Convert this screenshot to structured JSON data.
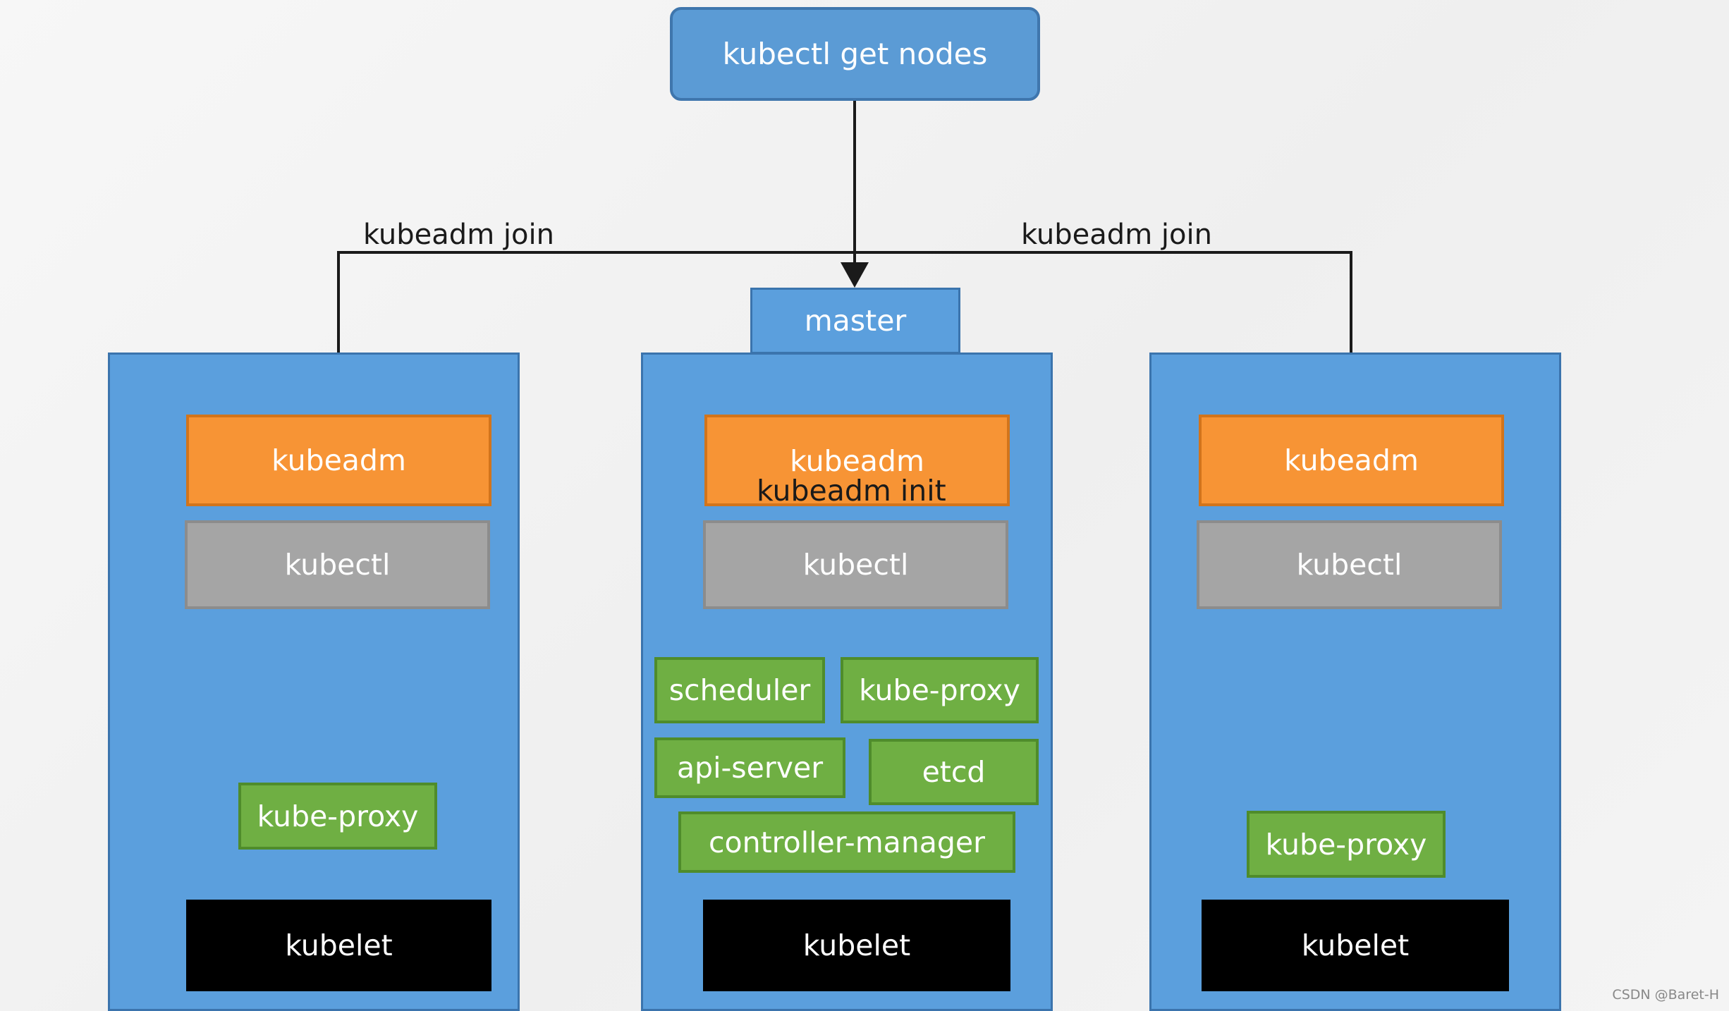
{
  "diagram": {
    "command": "kubectl get nodes",
    "join_label_left": "kubeadm join",
    "join_label_right": "kubeadm join",
    "master_tab": "master",
    "init_label": "kubeadm init",
    "left_node": {
      "kubeadm": "kubeadm",
      "kubectl": "kubectl",
      "kube_proxy": "kube-proxy",
      "kubelet": "kubelet"
    },
    "master_node": {
      "kubeadm": "kubeadm",
      "kubectl": "kubectl",
      "scheduler": "scheduler",
      "kube_proxy": "kube-proxy",
      "api_server": "api-server",
      "etcd": "etcd",
      "controller_manager": "controller-manager",
      "kubelet": "kubelet"
    },
    "right_node": {
      "kubeadm": "kubeadm",
      "kubectl": "kubectl",
      "kube_proxy": "kube-proxy",
      "kubelet": "kubelet"
    }
  },
  "watermark": "CSDN @Baret-H",
  "colors": {
    "node_blue": "#5b9fdd",
    "kubeadm_orange": "#f79435",
    "kubectl_gray": "#a5a5a5",
    "component_green": "#6faf43",
    "kubelet_black": "#000000"
  }
}
